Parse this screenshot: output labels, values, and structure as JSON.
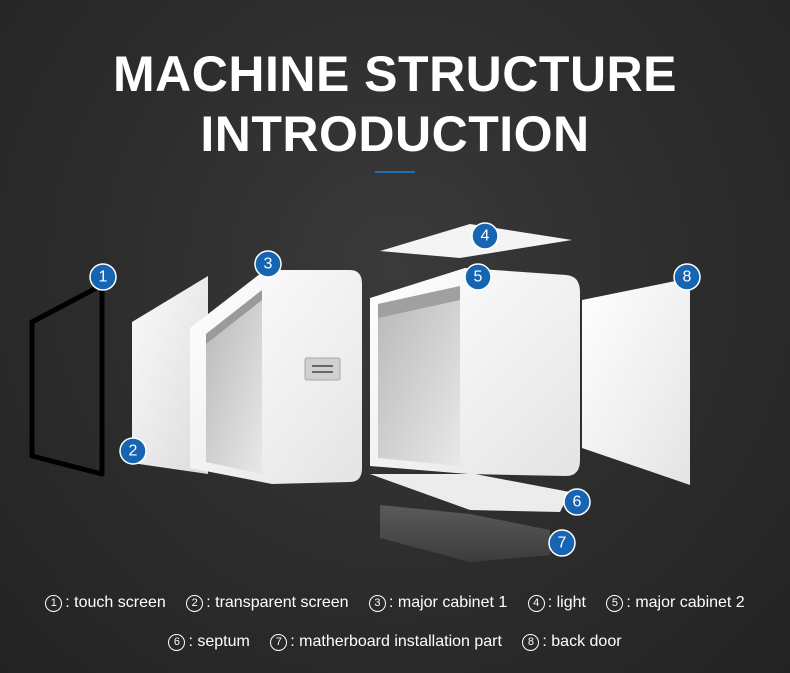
{
  "title": {
    "line1": "MACHINE STRUCTURE",
    "line2": "INTRODUCTION"
  },
  "colors": {
    "background": "#2c2c2c",
    "accent": "#1e6fb8",
    "badge": "#1565b3",
    "panel": "#f2f2f2",
    "text": "#ffffff"
  },
  "badges": [
    "1",
    "2",
    "3",
    "4",
    "5",
    "6",
    "7",
    "8"
  ],
  "legend": {
    "row1": [
      {
        "num": "1",
        "label": ": touch screen"
      },
      {
        "num": "2",
        "label": ": transparent screen"
      },
      {
        "num": "3",
        "label": ": major cabinet 1"
      },
      {
        "num": "4",
        "label": ": light"
      },
      {
        "num": "5",
        "label": ": major cabinet 2"
      }
    ],
    "row2": [
      {
        "num": "6",
        "label": ": septum"
      },
      {
        "num": "7",
        "label": ": matherboard installation part"
      },
      {
        "num": "8",
        "label": ": back door"
      }
    ]
  }
}
